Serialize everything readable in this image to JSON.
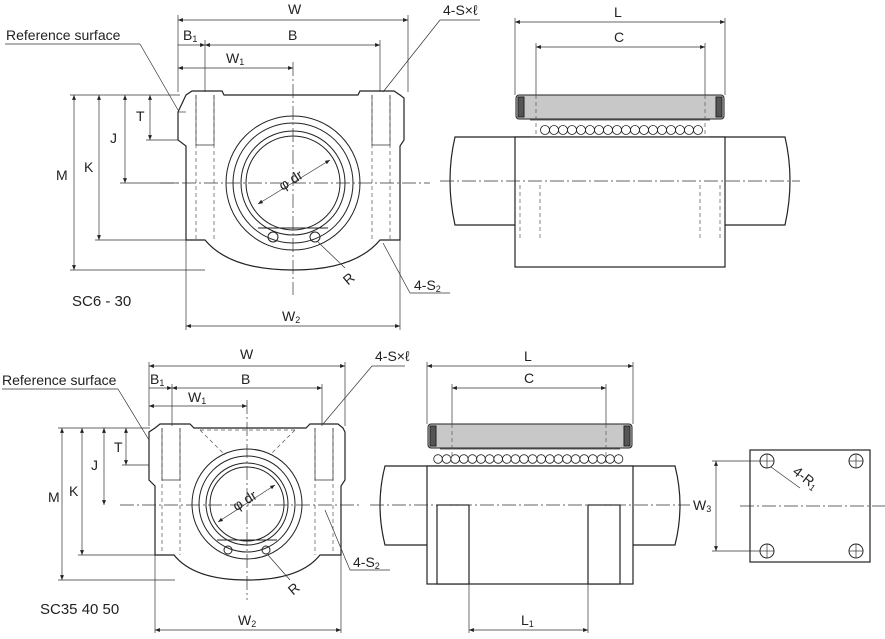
{
  "top_view": {
    "model_label": "SC6 - 30",
    "ref_surface": "Reference surface",
    "W": "W",
    "B1": "B",
    "B1_sub": "1",
    "B": "B",
    "W1": "W",
    "W1_sub": "1",
    "hole_spec": "4-S×ℓ",
    "T": "T",
    "J": "J",
    "K": "K",
    "M": "M",
    "dr": "φ dr",
    "R": "R",
    "S2": "4-S",
    "S2_sub": "2",
    "W2": "W",
    "W2_sub": "2",
    "L": "L",
    "C": "C"
  },
  "bottom_view": {
    "model_label": "SC35 40 50",
    "ref_surface": "Reference surface",
    "W": "W",
    "B1": "B",
    "B1_sub": "1",
    "B": "B",
    "W1": "W",
    "W1_sub": "1",
    "hole_spec": "4-S×ℓ",
    "T": "T",
    "J": "J",
    "K": "K",
    "M": "M",
    "dr": "φ dr",
    "R": "R",
    "S2": "4-S",
    "S2_sub": "2",
    "W2": "W",
    "W2_sub": "2",
    "L": "L",
    "C": "C",
    "L1": "L",
    "L1_sub": "1",
    "W3": "W",
    "W3_sub": "3",
    "R1": "4-R",
    "R1_sub": "1"
  }
}
